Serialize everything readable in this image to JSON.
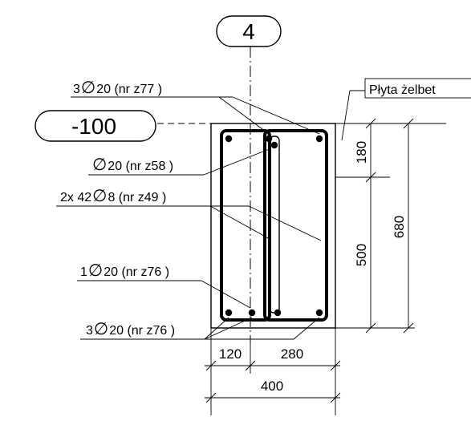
{
  "grid_axis": {
    "label": "4"
  },
  "level_marker": {
    "label": "-100"
  },
  "slab_label": "Płyta żelbet",
  "rebar_callouts": [
    {
      "count": "3",
      "symbol": "∅",
      "spec": "20 (nr z77 )"
    },
    {
      "count": "",
      "symbol": "∅",
      "spec": "20 (nr z58 )"
    },
    {
      "count": "2x 42",
      "symbol": "∅",
      "spec": "8 (nr z49 )"
    },
    {
      "count": "1",
      "symbol": "∅",
      "spec": "20 (nr z76 )"
    },
    {
      "count": "3",
      "symbol": "∅",
      "spec": "20 (nr z76 )"
    }
  ],
  "dimensions": {
    "slab_thickness": "180",
    "below_slab": "500",
    "total_height": "680",
    "left_part": "120",
    "right_part": "280",
    "total_width": "400"
  }
}
